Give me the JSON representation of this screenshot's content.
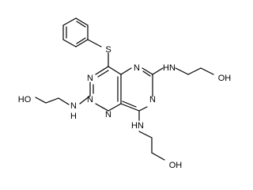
{
  "colors": {
    "background": "#ffffff",
    "bond": "#000000",
    "label": "#000000"
  },
  "atoms": {
    "s": "S",
    "n_top_left": "N",
    "n_top_right": "N",
    "n_mid_left": "N",
    "n_right": "N",
    "n_bottom_left": "N",
    "nh_right": "HN",
    "nh_left": "N",
    "h_left": "H",
    "nh_bottom": "HN",
    "oh_right": "OH",
    "ho_left": "HO",
    "oh_bottom": "OH"
  }
}
